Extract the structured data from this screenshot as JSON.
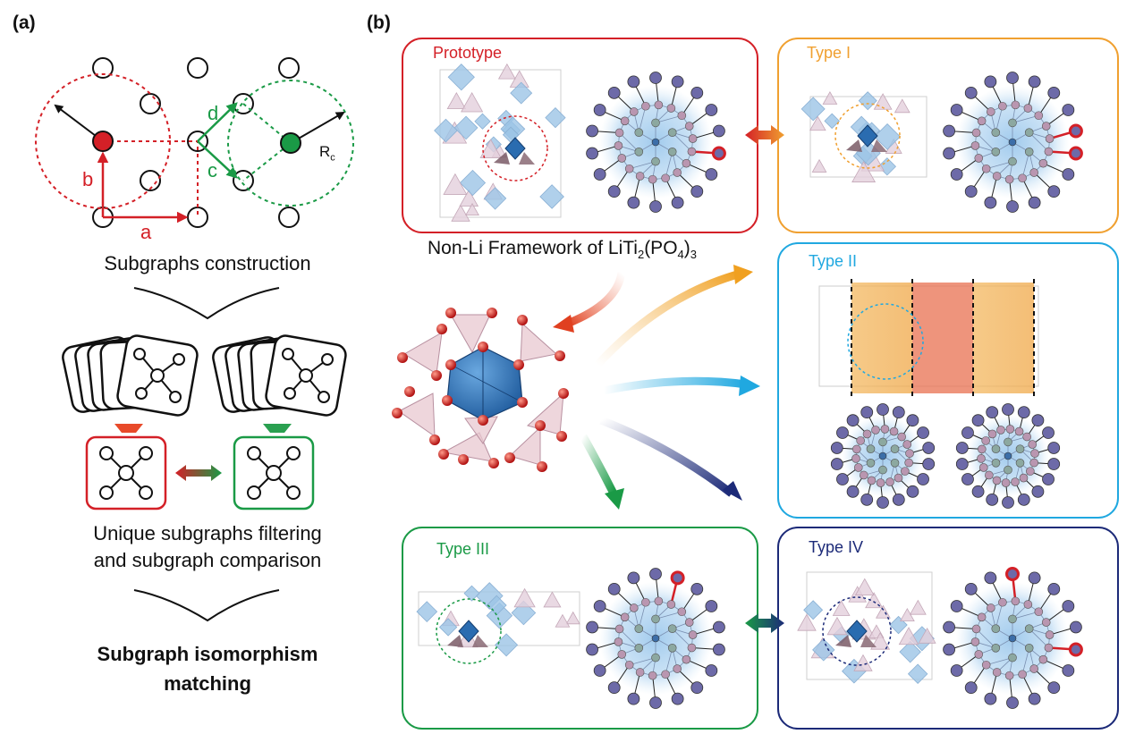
{
  "panel_a": {
    "label": "(a)",
    "vectors": {
      "a": "a",
      "b": "b",
      "c": "c",
      "d": "d"
    },
    "radius_label": "R",
    "radius_sub": "c",
    "step1": "Subgraphs construction",
    "step2_line1": "Unique subgraphs filtering",
    "step2_line2": "and subgraph comparison",
    "step3_line1": "Subgraph isomorphism",
    "step3_line2": "matching"
  },
  "panel_b": {
    "label": "(b)",
    "boxes": {
      "prototype": "Prototype",
      "type1": "Type I",
      "type2": "Type II",
      "type3": "Type III",
      "type4": "Type IV"
    },
    "framework_prefix": "Non-Li Framework of LiTi",
    "framework_sub1": "2",
    "framework_mid": "(PO",
    "framework_sub2": "4",
    "framework_close": ")",
    "framework_sub3": "3"
  },
  "colors": {
    "red": "#d42027",
    "green": "#1a9a46",
    "orange": "#f0a030",
    "cyan": "#20a8e0",
    "navy": "#1c2a78",
    "node_outer": "#6d6aa8",
    "node_mid": "#b996b0",
    "node_inner": "#8ca8a0",
    "poly_blue": "#9cc4e6"
  }
}
